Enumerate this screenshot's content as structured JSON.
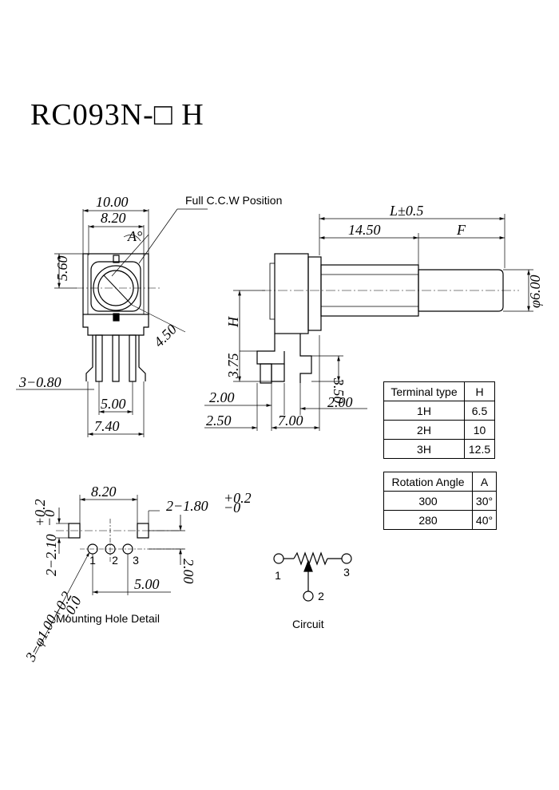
{
  "title": "RC093N-□ H",
  "front_view": {
    "dim_width": "10.00",
    "dim_inner_width": "8.20",
    "angle_label": "A°",
    "dim_height": "5.60",
    "dim_radius": "4.50",
    "dim_pins": "3−0.80",
    "dim_pitch": "5.00",
    "dim_total": "7.40",
    "ccw_label": "Full C.C.W Position"
  },
  "side_view": {
    "dim_length": "L±0.5",
    "dim_body": "14.50",
    "dim_f": "F",
    "dim_shaft": "φ6.00",
    "dim_h": "H",
    "dim_375": "3.75",
    "dim_350": "3.50",
    "dim_200_left": "2.00",
    "dim_200_right": "2.00",
    "dim_250": "2.50",
    "dim_700": "7.00"
  },
  "terminal_table": {
    "headers": [
      "Terminal type",
      "H"
    ],
    "rows": [
      [
        "1H",
        "6.5"
      ],
      [
        "2H",
        "10"
      ],
      [
        "3H",
        "12.5"
      ]
    ]
  },
  "rotation_table": {
    "headers": [
      "Rotation Angle",
      "A"
    ],
    "rows": [
      [
        "300",
        "30°"
      ],
      [
        "280",
        "40°"
      ]
    ]
  },
  "mounting": {
    "dim_820": "8.20",
    "dim_slot": "2−1.80",
    "dim_slot_tol": "+0.2",
    "dim_slot_tol2": "−0",
    "dim_slot_h": "2−2.10",
    "dim_slot_h_tol": "+0.2",
    "dim_slot_h_tol2": "−0",
    "dim_200": "2.00",
    "dim_500": "5.00",
    "dim_hole": "3−φ1.00",
    "dim_hole_tol": "+0.2",
    "dim_hole_tol2": "−0.0",
    "pin1": "1",
    "pin2": "2",
    "pin3": "3",
    "caption": "Mounting Hole Detail"
  },
  "circuit": {
    "pin1": "1",
    "pin2": "2",
    "pin3": "3",
    "caption": "Circuit"
  }
}
